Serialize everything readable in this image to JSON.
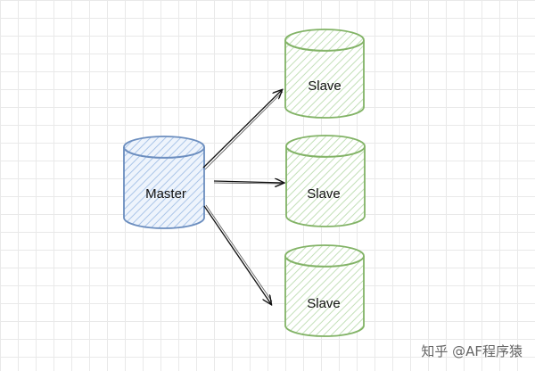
{
  "colors": {
    "master_stroke": "#6c8ebf",
    "master_fill": "#dae8fc",
    "slave_stroke": "#82b366",
    "slave_fill": "#d5e8d4",
    "arrow": "#111111",
    "grid": "#e9e9e9"
  },
  "master": {
    "label": "Master"
  },
  "slaves": [
    {
      "label": "Slave"
    },
    {
      "label": "Slave"
    },
    {
      "label": "Slave"
    }
  ],
  "watermark": "知乎 @AF程序猿"
}
